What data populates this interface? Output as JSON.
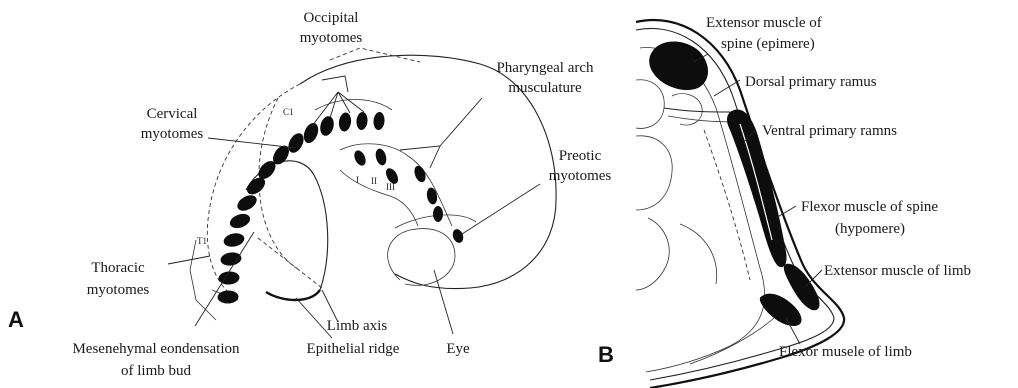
{
  "panel_a": {
    "letter": "A",
    "labels": {
      "occipital_1": "Occipital",
      "occipital_2": "myotomes",
      "pharyngeal_1": "Pharyngeal arch",
      "pharyngeal_2": "musculature",
      "cervical_1": "Cervical",
      "cervical_2": "myotomes",
      "preotic_1": "Preotic",
      "preotic_2": "myotomes",
      "thoracic_1": "Thoracic",
      "thoracic_2": "myotomes",
      "limb_axis": "Limb axis",
      "epithelial_ridge": "Epithelial ridge",
      "eye": "Eye",
      "mesenchymal_1": "Mesenehymal eondensation",
      "mesenchymal_2": "of limb bud"
    },
    "marks": {
      "c1": "C1",
      "t1": "T1",
      "arch_1": "I",
      "arch_2": "II",
      "arch_3": "III"
    }
  },
  "panel_b": {
    "letter": "B",
    "labels": {
      "extensor_spine_1": "Extensor muscle of",
      "extensor_spine_2": "spine (epimere)",
      "dorsal_ramus": "Dorsal primary ramus",
      "ventral_ramus": "Ventral primary ramns",
      "flexor_spine_1": "Flexor muscle of spine",
      "flexor_spine_2": "(hypomere)",
      "extensor_limb": "Extensor muscle of limb",
      "flexor_limb": "Flexor musele of limb"
    }
  }
}
